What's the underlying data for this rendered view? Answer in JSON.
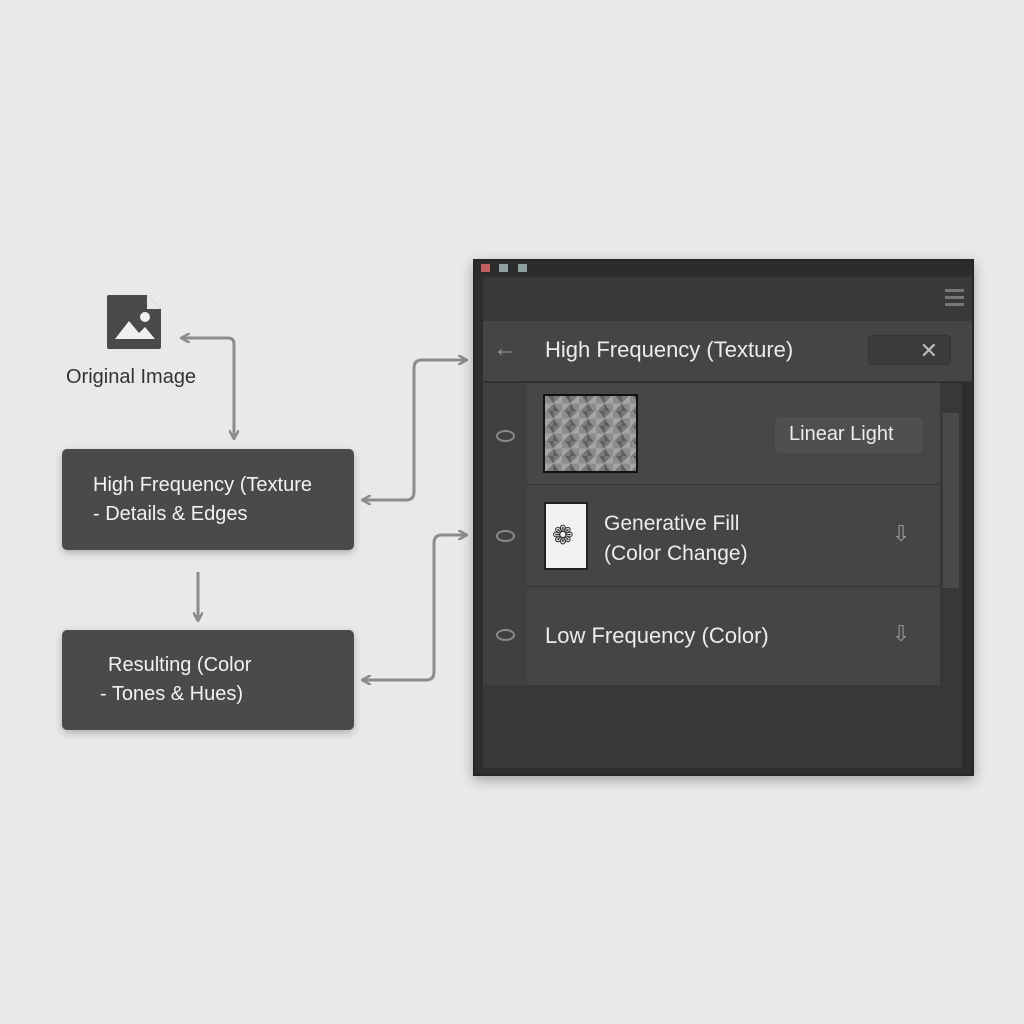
{
  "diagram": {
    "original_label": "Original Image",
    "high_box": {
      "line1": "High Frequency (Texture",
      "line2": "- Details & Edges"
    },
    "result_box": {
      "line1": "Resulting (Color",
      "line2": "- Tones & Hues)"
    }
  },
  "panel": {
    "title": "High Frequency (Texture)",
    "icons": {
      "back": "arrow-left-icon",
      "close": "close-icon",
      "menu": "hamburger-icon",
      "visibility": "eye-icon",
      "merge": "arrow-down-icon"
    },
    "layers": [
      {
        "blend_mode": "Linear Light"
      },
      {
        "name_line1": "Generative Fill",
        "name_line2": "(Color Change)"
      },
      {
        "name": "Low Frequency (Color)"
      }
    ],
    "window_dot_colors": [
      "#c06060",
      "#8fa0a0",
      "#8fa0a0"
    ]
  }
}
